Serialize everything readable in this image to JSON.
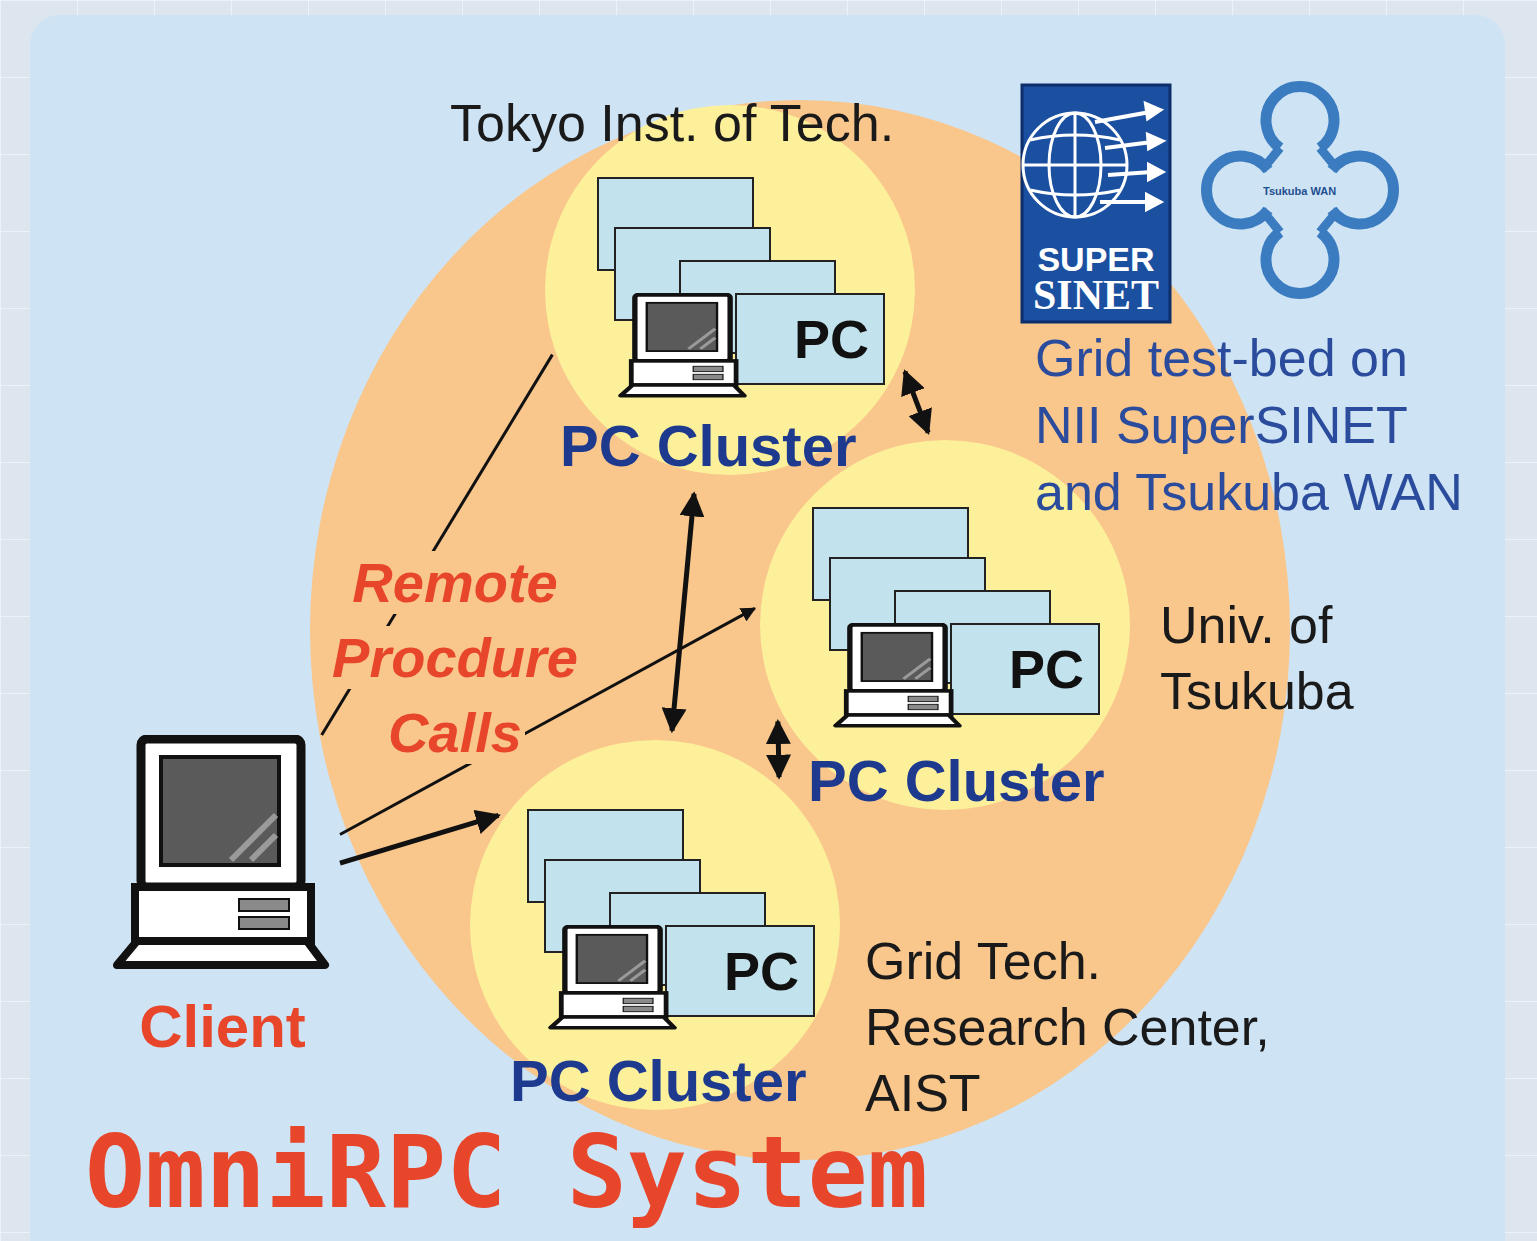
{
  "diagram": {
    "title": "OmniRPC System",
    "nodes": [
      {
        "text": [
          "Tokyo Inst. of Tech.",
          "PC Cluster"
        ]
      },
      {
        "text": [
          "PC"
        ],
        "in": 0
      },
      {
        "text": [
          "PC Cluster",
          "Univ. of Tsukuba"
        ]
      },
      {
        "text": [
          "PC"
        ],
        "in": 2
      },
      {
        "text": [
          "Client"
        ]
      },
      {
        "text": [
          "PC Cluster",
          "Grid Tech. Research Center, AIST"
        ]
      },
      {
        "text": [
          "PC"
        ],
        "in": 5
      }
    ],
    "edges": [
      {
        "from": 4,
        "to": 0,
        "arrow": "none"
      },
      {
        "from": 4,
        "to": 2,
        "arrow": "to"
      },
      {
        "from": 4,
        "to": 5,
        "arrow": "to"
      },
      {
        "from": 0,
        "to": 2,
        "arrow": "both"
      },
      {
        "from": 0,
        "to": 5,
        "arrow": "both"
      },
      {
        "from": 2,
        "to": 5,
        "arrow": "both"
      }
    ],
    "labels": [
      "Remote Procdure Calls",
      "Grid test-bed on NII SuperSINET and Tsukuba WAN",
      "SUPER",
      "SINET",
      "Tsukuba WAN"
    ]
  }
}
